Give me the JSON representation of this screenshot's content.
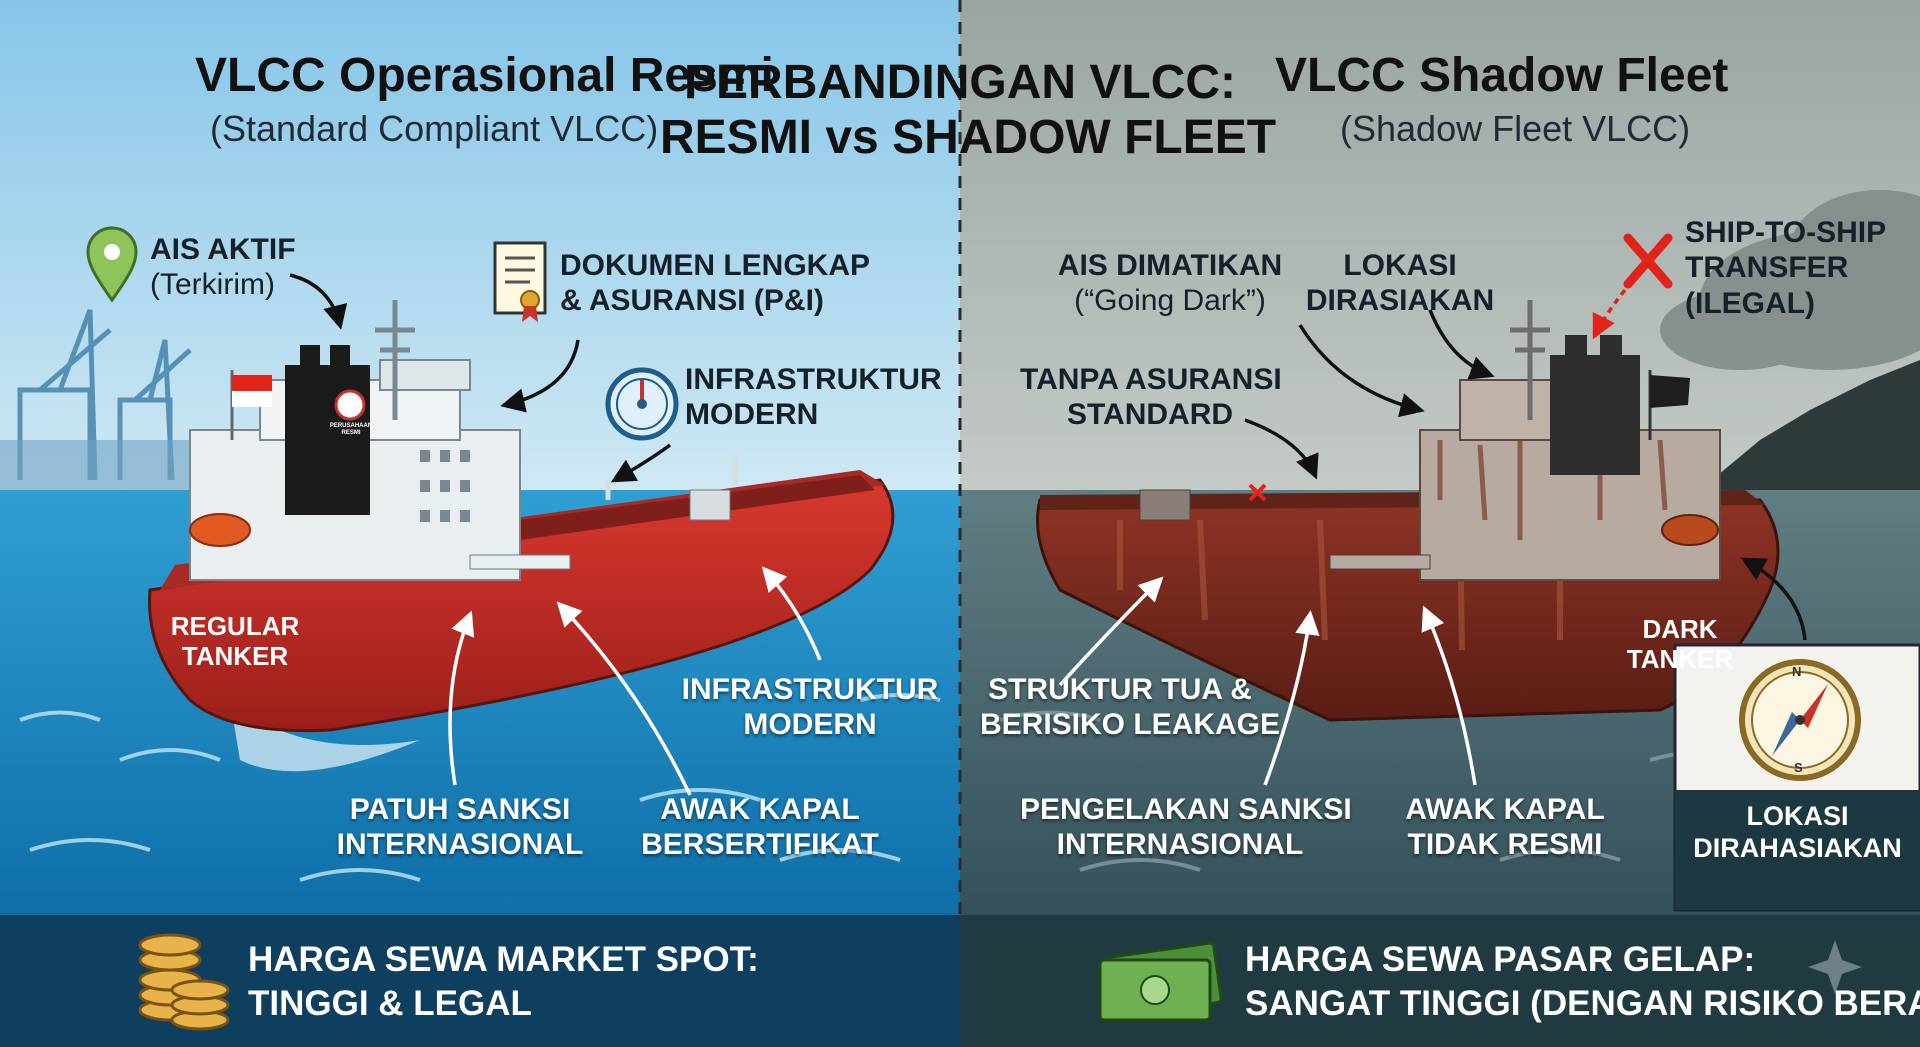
{
  "header": {
    "left_title": "VLCC Operasional Resmi",
    "left_subtitle": "(Standard Compliant VLCC)",
    "center_title_line1": "PERBANDINGAN VLCC:",
    "center_title_line2": "RESMI vs SHADOW FLEET",
    "right_title": "VLCC Shadow Fleet",
    "right_subtitle": "(Shadow Fleet VLCC)"
  },
  "left": {
    "ais_title": "AIS AKTIF",
    "ais_sub": "(Terkirim)",
    "docs_line1": "DOKUMEN LENGKAP",
    "docs_line2": "& ASURANSI (P&I)",
    "infra_top_line1": "INFRASTRUKTUR",
    "infra_top_line2": "MODERN",
    "infra_bottom_line1": "INFRASTRUKTUR",
    "infra_bottom_line2": "MODERN",
    "sanksi_line1": "PATUH SANKSI",
    "sanksi_line2": "INTERNASIONAL",
    "crew_line1": "AWAK KAPAL",
    "crew_line2": "BERSERTIFIKAT",
    "hull_line1": "REGULAR",
    "hull_line2": "TANKER",
    "funnel_logo_line1": "PERUSAHAAN",
    "funnel_logo_line2": "RESMI",
    "footer_line1": "HARGA SEWA MARKET SPOT:",
    "footer_line2": "TINGGI & LEGAL"
  },
  "right": {
    "ais_line1": "AIS DIMATIKAN",
    "ais_line2": "(“Going Dark”)",
    "lokasi_line1": "LOKASI",
    "lokasi_line2": "DIRASIAKAN",
    "sts_line1": "SHIP-TO-SHIP",
    "sts_line2": "TRANSFER",
    "sts_line3": "(ILEGAL)",
    "asuransi_line1": "TANPA ASURANSI",
    "asuransi_line2": "STANDARD",
    "struktur_line1": "STRUKTUR TUA &",
    "struktur_line2": "BERISIKO LEAKAGE",
    "sanksi_line1": "PENGELAKAN SANKSI",
    "sanksi_line2": "INTERNASIONAL",
    "crew_line1": "AWAK KAPAL",
    "crew_line2": "TIDAK RESMI",
    "hull_line1": "DARK",
    "hull_line2": "TANKER",
    "box_line1": "LOKASI",
    "box_line2": "DIRAHASIAKAN",
    "footer_line1": "HARGA SEWA PASAR GELAP:",
    "footer_line2": "SANGAT TINGGI (DENGAN RISIKO BERAT)"
  },
  "compass_letters": {
    "n": "N",
    "s": "S"
  },
  "icons": [
    "location-pin-icon",
    "document-certificate-icon",
    "gauge-icon",
    "red-x-icon",
    "coin-stack-icon",
    "banknote-icon",
    "compass-icon",
    "sparkle-icon",
    "flag-indonesia-icon",
    "black-flag-icon"
  ],
  "colors": {
    "left_sky": "#86c6e8",
    "left_sea": "#1f8fc9",
    "right_sky": "#a9b1ad",
    "right_sea": "#4f6d73",
    "left_hull": "#c9322a",
    "right_hull": "#7a2a1f",
    "left_footer": "#0f3f5f",
    "right_footer": "#1f3a40",
    "x_mark": "#e2231a"
  }
}
